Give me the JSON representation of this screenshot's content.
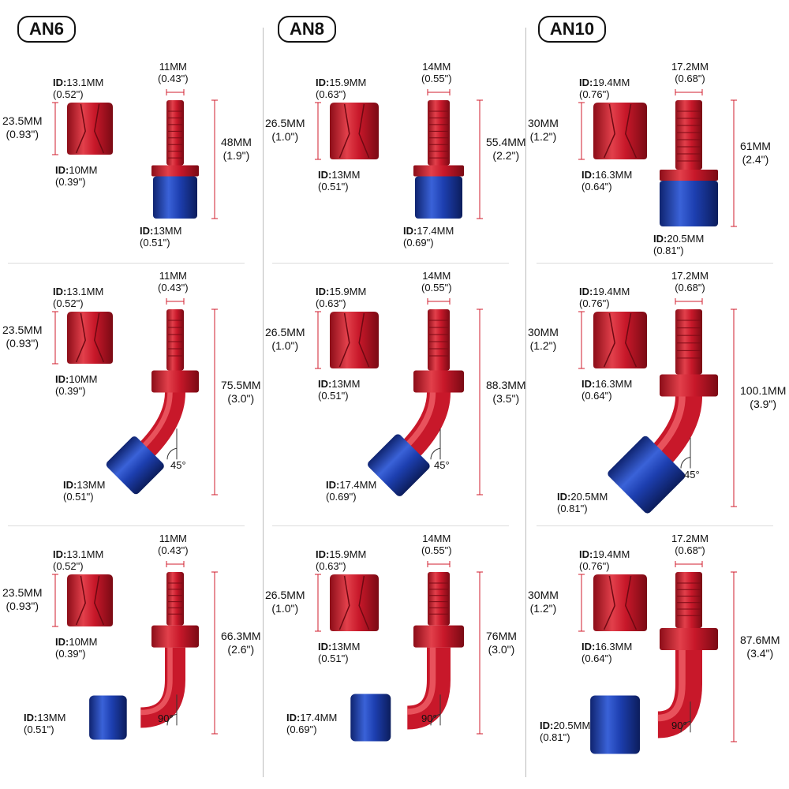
{
  "columns": [
    {
      "title": "AN6",
      "rows": [
        {
          "angle": "",
          "nut_od": "13.1MM",
          "nut_od_in": "(0.52\")",
          "nut_h": "23.5MM",
          "nut_h_in": "(0.93\")",
          "nut_id": "10MM",
          "nut_id_in": "(0.39\")",
          "tip": "11MM",
          "tip_in": "(0.43\")",
          "len": "48MM",
          "len_in": "(1.9\")",
          "fit_id": "13MM",
          "fit_id_in": "(0.51\")"
        },
        {
          "angle": "45°",
          "nut_od": "13.1MM",
          "nut_od_in": "(0.52\")",
          "nut_h": "23.5MM",
          "nut_h_in": "(0.93\")",
          "nut_id": "10MM",
          "nut_id_in": "(0.39\")",
          "tip": "11MM",
          "tip_in": "(0.43\")",
          "len": "75.5MM",
          "len_in": "(3.0\")",
          "fit_id": "13MM",
          "fit_id_in": "(0.51\")"
        },
        {
          "angle": "90°",
          "nut_od": "13.1MM",
          "nut_od_in": "(0.52\")",
          "nut_h": "23.5MM",
          "nut_h_in": "(0.93\")",
          "nut_id": "10MM",
          "nut_id_in": "(0.39\")",
          "tip": "11MM",
          "tip_in": "(0.43\")",
          "len": "66.3MM",
          "len_in": "(2.6\")",
          "fit_id": "13MM",
          "fit_id_in": "(0.51\")"
        }
      ]
    },
    {
      "title": "AN8",
      "rows": [
        {
          "angle": "",
          "nut_od": "15.9MM",
          "nut_od_in": "(0.63\")",
          "nut_h": "26.5MM",
          "nut_h_in": "(1.0\")",
          "nut_id": "13MM",
          "nut_id_in": "(0.51\")",
          "tip": "14MM",
          "tip_in": "(0.55\")",
          "len": "55.4MM",
          "len_in": "(2.2\")",
          "fit_id": "17.4MM",
          "fit_id_in": "(0.69\")"
        },
        {
          "angle": "45°",
          "nut_od": "15.9MM",
          "nut_od_in": "(0.63\")",
          "nut_h": "26.5MM",
          "nut_h_in": "(1.0\")",
          "nut_id": "13MM",
          "nut_id_in": "(0.51\")",
          "tip": "14MM",
          "tip_in": "(0.55\")",
          "len": "88.3MM",
          "len_in": "(3.5\")",
          "fit_id": "17.4MM",
          "fit_id_in": "(0.69\")"
        },
        {
          "angle": "90°",
          "nut_od": "15.9MM",
          "nut_od_in": "(0.63\")",
          "nut_h": "26.5MM",
          "nut_h_in": "(1.0\")",
          "nut_id": "13MM",
          "nut_id_in": "(0.51\")",
          "tip": "14MM",
          "tip_in": "(0.55\")",
          "len": "76MM",
          "len_in": "(3.0\")",
          "fit_id": "17.4MM",
          "fit_id_in": "(0.69\")"
        }
      ]
    },
    {
      "title": "AN10",
      "rows": [
        {
          "angle": "",
          "nut_od": "19.4MM",
          "nut_od_in": "(0.76\")",
          "nut_h": "30MM",
          "nut_h_in": "(1.2\")",
          "nut_id": "16.3MM",
          "nut_id_in": "(0.64\")",
          "tip": "17.2MM",
          "tip_in": "(0.68\")",
          "len": "61MM",
          "len_in": "(2.4\")",
          "fit_id": "20.5MM",
          "fit_id_in": "(0.81\")"
        },
        {
          "angle": "45°",
          "nut_od": "19.4MM",
          "nut_od_in": "(0.76\")",
          "nut_h": "30MM",
          "nut_h_in": "(1.2\")",
          "nut_id": "16.3MM",
          "nut_id_in": "(0.64\")",
          "tip": "17.2MM",
          "tip_in": "(0.68\")",
          "len": "100.1MM",
          "len_in": "(3.9\")",
          "fit_id": "20.5MM",
          "fit_id_in": "(0.81\")"
        },
        {
          "angle": "90°",
          "nut_od": "19.4MM",
          "nut_od_in": "(0.76\")",
          "nut_h": "30MM",
          "nut_h_in": "(1.2\")",
          "nut_id": "16.3MM",
          "nut_id_in": "(0.64\")",
          "tip": "17.2MM",
          "tip_in": "(0.68\")",
          "len": "87.6MM",
          "len_in": "(3.4\")",
          "fit_id": "20.5MM",
          "fit_id_in": "(0.81\")"
        }
      ]
    }
  ],
  "id_prefix": "ID:",
  "colors": {
    "red": "#c8182a",
    "blue": "#1d3fb0",
    "dim": "#d21c2c"
  }
}
